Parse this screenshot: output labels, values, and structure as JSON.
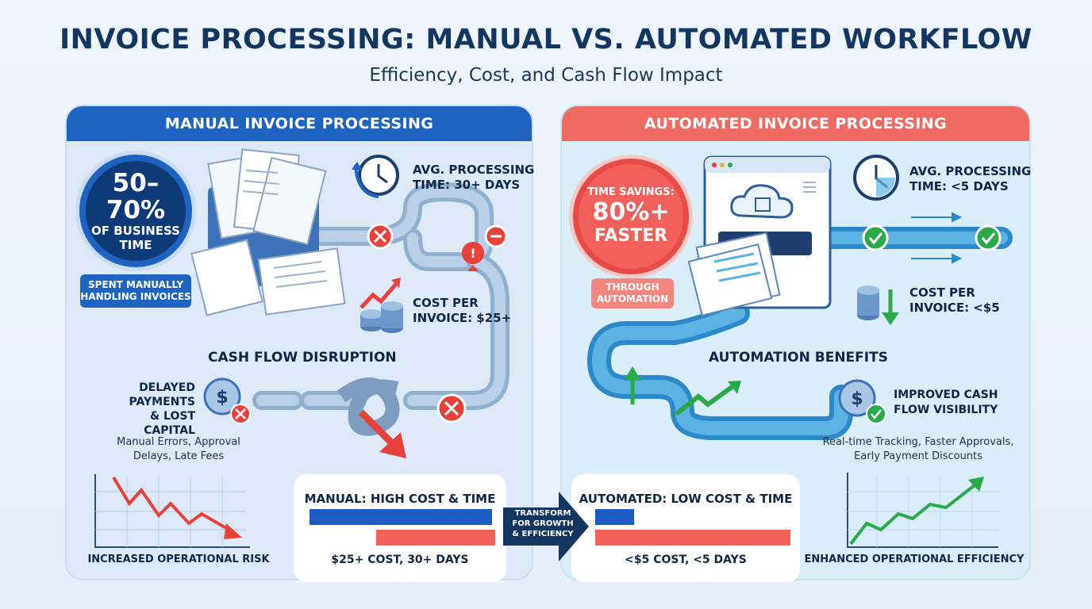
{
  "header": {
    "title": "INVOICE PROCESSING: MANUAL VS. AUTOMATED WORKFLOW",
    "subtitle": "Efficiency, Cost, and Cash Flow Impact"
  },
  "colors": {
    "manual_accent": "#1e63c0",
    "automated_accent": "#f06a64",
    "error_red": "#e8413c",
    "success_green": "#2aa84a",
    "navy": "#12365f"
  },
  "manual": {
    "header": "MANUAL INVOICE PROCESSING",
    "stat_big": "50–70%",
    "stat_line1": "OF BUSINESS",
    "stat_line2": "TIME",
    "stat_pill_line1": "SPENT MANUALLY",
    "stat_pill_line2": "HANDLING INVOICES",
    "time_line1": "AVG. PROCESSING",
    "time_line2": "TIME: 30+ DAYS",
    "cost_line1": "COST PER",
    "cost_line2": "INVOICE: $25+",
    "section_heading": "CASH FLOW DISRUPTION",
    "delay_line1": "DELAYED",
    "delay_line2": "PAYMENTS",
    "delay_line3": "& LOST CAPITAL",
    "errors_line1": "Manual Errors, Approval",
    "errors_line2": "Delays, Late Fees",
    "risk_caption": "INCREASED OPERATIONAL RISK",
    "icons": [
      "documents-pile-icon",
      "clock-icon",
      "error-x-icon",
      "warning-icon",
      "stop-icon",
      "trend-up-icon",
      "coins-icon",
      "dollar-coin-icon",
      "broken-pipe-icon",
      "declining-chart-icon"
    ]
  },
  "automated": {
    "header": "AUTOMATED INVOICE PROCESSING",
    "stat_small": "TIME SAVINGS:",
    "stat_big": "80%+",
    "stat_line2": "FASTER",
    "stat_pill_line1": "THROUGH",
    "stat_pill_line2": "AUTOMATION",
    "time_line1": "AVG. PROCESSING",
    "time_line2": "TIME: <5 DAYS",
    "cost_line1": "COST PER",
    "cost_line2": "INVOICE: <$5",
    "section_heading": "AUTOMATION BENEFITS",
    "cash_line1": "IMPROVED CASH",
    "cash_line2": "FLOW VISIBILITY",
    "benefits_line1": "Real-time Tracking, Faster Approvals,",
    "benefits_line2": "Early Payment Discounts",
    "efficiency_caption": "ENHANCED OPERATIONAL EFFICIENCY",
    "icons": [
      "browser-window-icon",
      "cloud-scan-icon",
      "clock-icon",
      "check-icon",
      "coins-icon",
      "arrow-down-icon",
      "arrow-up-icon",
      "trend-up-icon",
      "dollar-check-icon",
      "rising-chart-icon"
    ]
  },
  "comparison": {
    "manual_title": "MANUAL: HIGH COST & TIME",
    "manual_foot": "$25+ COST, 30+ DAYS",
    "automated_title": "AUTOMATED: LOW COST & TIME",
    "automated_foot": "<$5 COST, <5 DAYS",
    "transform_line1": "TRANSFORM",
    "transform_line2": "FOR GROWTH",
    "transform_line3": "& EFFICIENCY",
    "bars": {
      "manual_time_fraction": 1.0,
      "manual_cost_fraction": 0.65,
      "automated_time_fraction": 0.2,
      "automated_cost_fraction": 1.0
    }
  }
}
